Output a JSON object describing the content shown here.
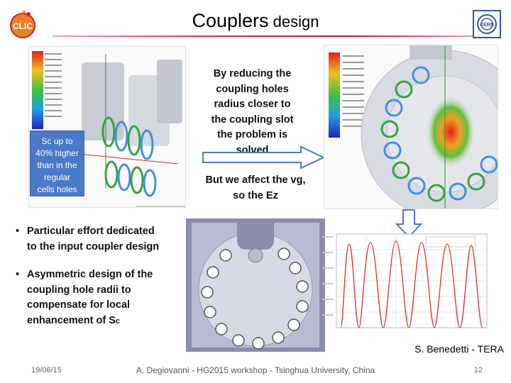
{
  "header": {
    "title_main": "Couplers",
    "title_rest": " design"
  },
  "left_panel": {
    "sc_label_lines": [
      "Sc up to",
      "40% higher",
      "than in the",
      "regular",
      "cells holes"
    ]
  },
  "middle": {
    "text_1_lines": [
      "By reducing the",
      "coupling holes",
      "radius closer to",
      "the coupling slot",
      "the problem is",
      "solved"
    ],
    "text_2_lines": [
      "But we affect the vg,",
      "so the Ez"
    ]
  },
  "bullets": [
    {
      "lines": [
        "Particular effort dedicated",
        "to the input coupler design"
      ]
    },
    {
      "lines": [
        "Asymmetric design of the",
        "coupling hole radii to",
        "compensate for local",
        "enhancement of S"
      ],
      "sub": "c"
    }
  ],
  "credit": "S. Benedetti - TERA",
  "footer": {
    "date": "19/06/15",
    "center": "A. Degiovanni - HG2015 workshop - Tsinghua University, China",
    "page": "12"
  },
  "logos": {
    "left": "CLIC",
    "right": "CERN"
  },
  "colors": {
    "accent_rule": "#e0206a",
    "label_box": "#4a79c6",
    "arrow": "#4a79c6"
  },
  "icons": {
    "arrow_right": "arrow-right-icon",
    "arrow_down": "arrow-down-icon"
  }
}
